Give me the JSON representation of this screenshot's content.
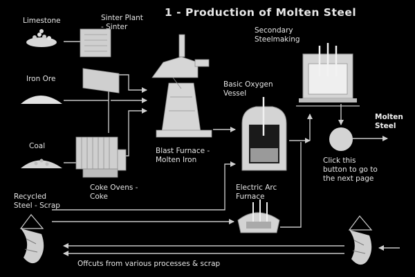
{
  "title": "1 - Production of Molten Steel",
  "labels": {
    "limestone": "Limestone",
    "sinter_plant": "Sinter Plant\n- Sinter",
    "iron_ore": "Iron Ore",
    "coal": "Coal",
    "coke_ovens": "Coke Ovens -\nCoke",
    "blast_furnace": "Blast Furnace -\nMolten Iron",
    "bof": "Basic Oxygen\nVessel",
    "secondary": "Secondary\nSteelmaking",
    "molten_steel": "Molten\nSteel",
    "click_text": "Click this\nbutton to go to\nthe next page",
    "eaf": "Electric Arc\nFurnace",
    "recycled": "Recycled\nSteel - Scrap",
    "offcuts": "Offcuts from various processes & scrap"
  },
  "icons": {
    "limestone": "limestone-pile-icon",
    "iron_ore": "iron-ore-pile-icon",
    "coal": "coal-pile-icon",
    "sinter_plant": "sinter-plant-icon",
    "coke_ovens": "coke-ovens-icon",
    "blast_furnace": "blast-furnace-icon",
    "bof": "basic-oxygen-vessel-icon",
    "secondary": "secondary-steelmaking-icon",
    "eaf": "electric-arc-furnace-icon",
    "scrap": "scrap-magnet-icon"
  },
  "colors": {
    "background": "#000000",
    "line": "#d0d0d0",
    "text": "#e6e6e6",
    "button": "#d4d4d4"
  }
}
